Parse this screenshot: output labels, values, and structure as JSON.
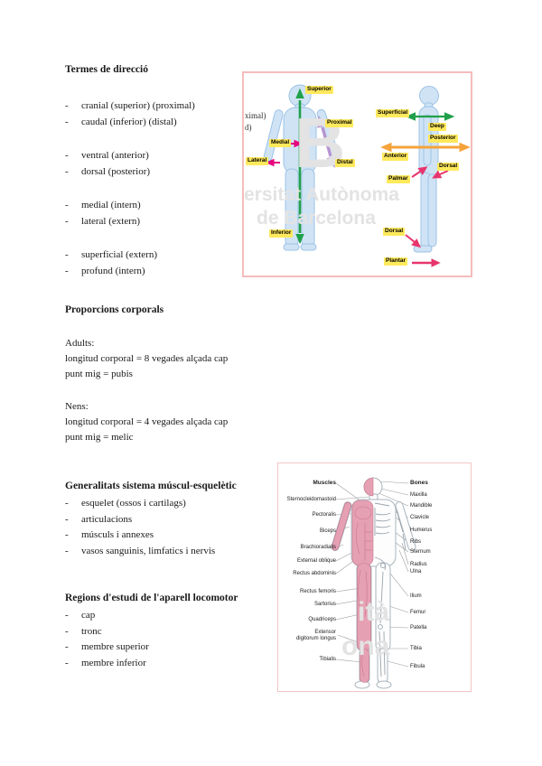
{
  "bullet": "-",
  "doc": {
    "termes": {
      "heading": "Termes de direcció",
      "groups": [
        [
          "cranial (superior) (proximal)",
          "caudal (inferior) (distal)"
        ],
        [
          "ventral (anterior)",
          "dorsal (posterior)"
        ],
        [
          "medial (intern)",
          "lateral (extern)"
        ],
        [
          "superficial (extern)",
          "profund (intern)"
        ]
      ]
    },
    "proporcions": {
      "heading": "Proporcions corporals",
      "adults_label": "Adults:",
      "adults_line1": "longitud corporal = 8 vegades alçada cap",
      "adults_line2": "punt mig = pubis",
      "nens_label": "Nens:",
      "nens_line1": "longitud corporal = 4 vegades alçada cap",
      "nens_line2": "punt mig = melic"
    },
    "generalitats": {
      "heading": "Generalitats sistema múscul-esquelètic",
      "items": [
        "esquelet (ossos i cartilags)",
        "articulacions",
        "músculs i annexes",
        "vasos sanguinis, limfatics i nervis"
      ]
    },
    "regions": {
      "heading": "Regions d'estudi de l'aparell locomotor",
      "items": [
        "cap",
        "tronc",
        "membre superior",
        "membre inferior"
      ]
    }
  },
  "diagram_direccions": {
    "superior": "Superior",
    "proximal": "Proximal",
    "medial": "Medial",
    "lateral": "Lateral",
    "distal": "Distal",
    "inferior": "Inferior",
    "superficial": "Superficial",
    "deep": "Deep",
    "posterior": "Posterior",
    "anterior": "Anterior",
    "palmar": "Palmar",
    "dorsal_hand": "Dorsal",
    "dorsal_foot": "Dorsal",
    "plantar": "Plantar",
    "cut1": "ximal)",
    "cut2": "d)"
  },
  "diagram_muscles": {
    "muscles_title": "Muscles",
    "bones_title": "Bones",
    "muscle_labels": [
      "Sternocleidomastoid",
      "Pectoralis",
      "Biceps",
      "Brachioradialis",
      "External oblique",
      "Rectus abdominis",
      "Rectus femoris",
      "Sartorius",
      "Quadriceps",
      "Extensor digitorum longus",
      "Tibialis"
    ],
    "bone_labels": [
      "Maxilla",
      "Mandible",
      "Clavicle",
      "Humerus",
      "Ribs",
      "Sternum",
      "Radius",
      "Ulna",
      "Ilium",
      "Femur",
      "Patella",
      "Tibia",
      "Fibula"
    ]
  },
  "watermarks": {
    "d1_big": "B",
    "d1_line1": "ersitat Autònoma",
    "d1_line2": "de Barcelona",
    "d2_part1": "ità",
    "d2_part2": "ona"
  },
  "colors": {
    "arrow_green": "#21a04a",
    "arrow_magenta": "#e6007e",
    "arrow_purple": "#b48ccd",
    "arrow_orange": "#f5a33b",
    "arrow_crimson": "#e8356d",
    "label_highlight": "#ffe95c",
    "body_fill": "#cfe3f5",
    "muscle_fill": "#e6a0b4",
    "border_pink": "#f5bcbc"
  }
}
